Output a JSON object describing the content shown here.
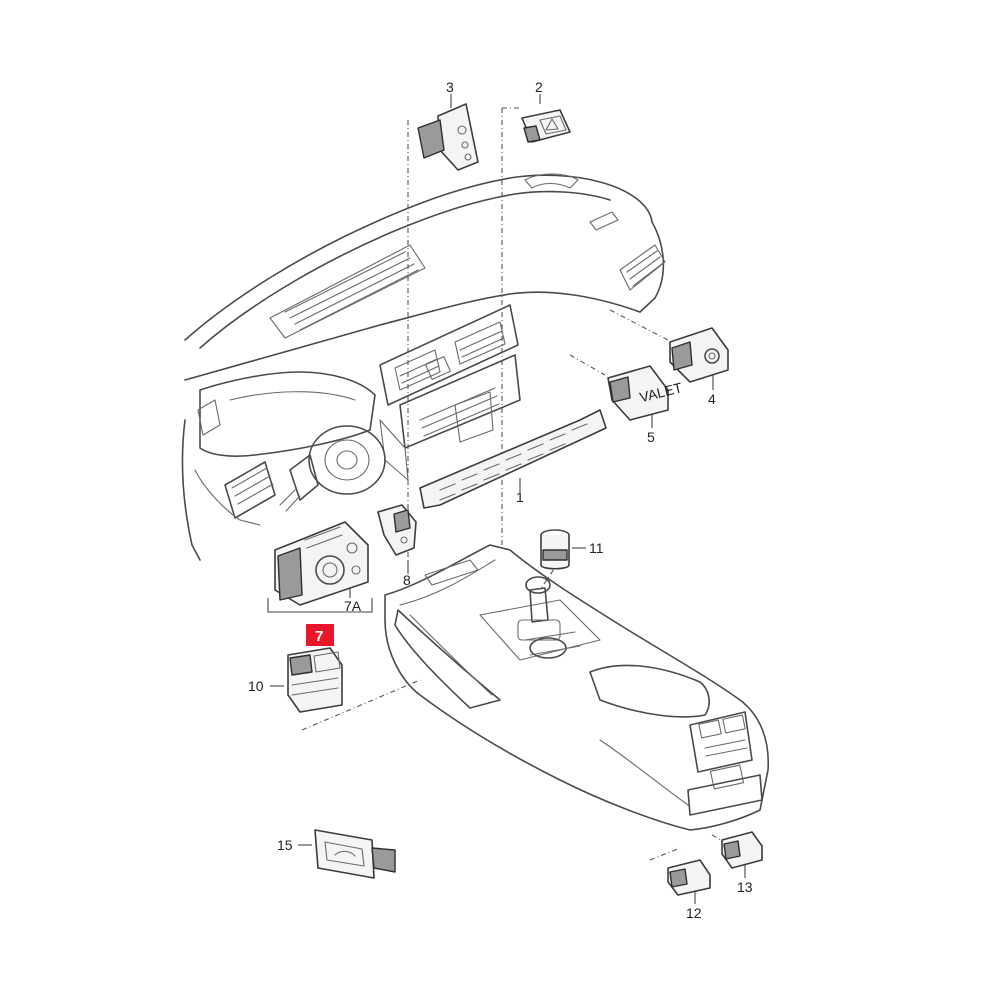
{
  "colors": {
    "line": "#4a4a4a",
    "highlight": "#e8182a",
    "background": "#ffffff"
  },
  "callouts": {
    "c1": "1",
    "c2": "2",
    "c3": "3",
    "c4": "4",
    "c5": "5",
    "c7": "7",
    "c7a": "7A",
    "c8": "8",
    "c10": "10",
    "c11": "11",
    "c12": "12",
    "c13": "13",
    "c15": "15"
  },
  "part_labels": {
    "valet_button": "VALET"
  },
  "highlighted_callout": "7"
}
